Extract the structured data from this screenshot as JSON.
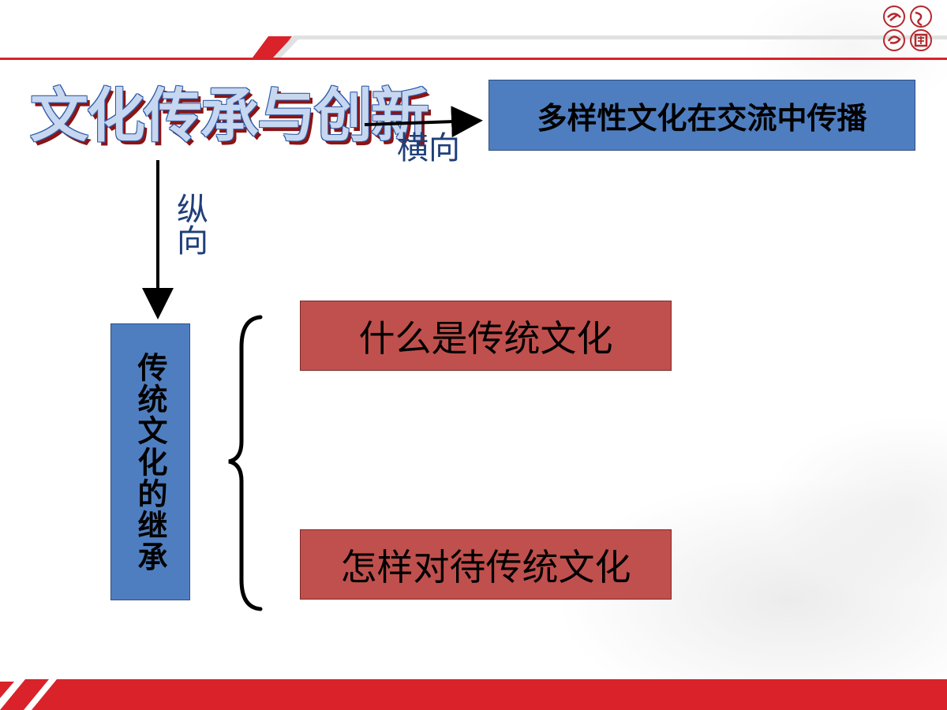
{
  "title": "文化传承与创新",
  "branches": {
    "horizontal": {
      "label": "横向",
      "target": "多样性文化在交流中传播"
    },
    "vertical": {
      "label": "纵向",
      "target": "传统文化的继承"
    }
  },
  "sub_items": [
    "什么是传统文化",
    "怎样对待传统文化"
  ],
  "colors": {
    "blue_box": "#4f7ec0",
    "red_box": "#c0504d",
    "accent_red": "#d9222a",
    "label_blue": "#1f3f7a"
  },
  "logo_icon": "seal-icon"
}
